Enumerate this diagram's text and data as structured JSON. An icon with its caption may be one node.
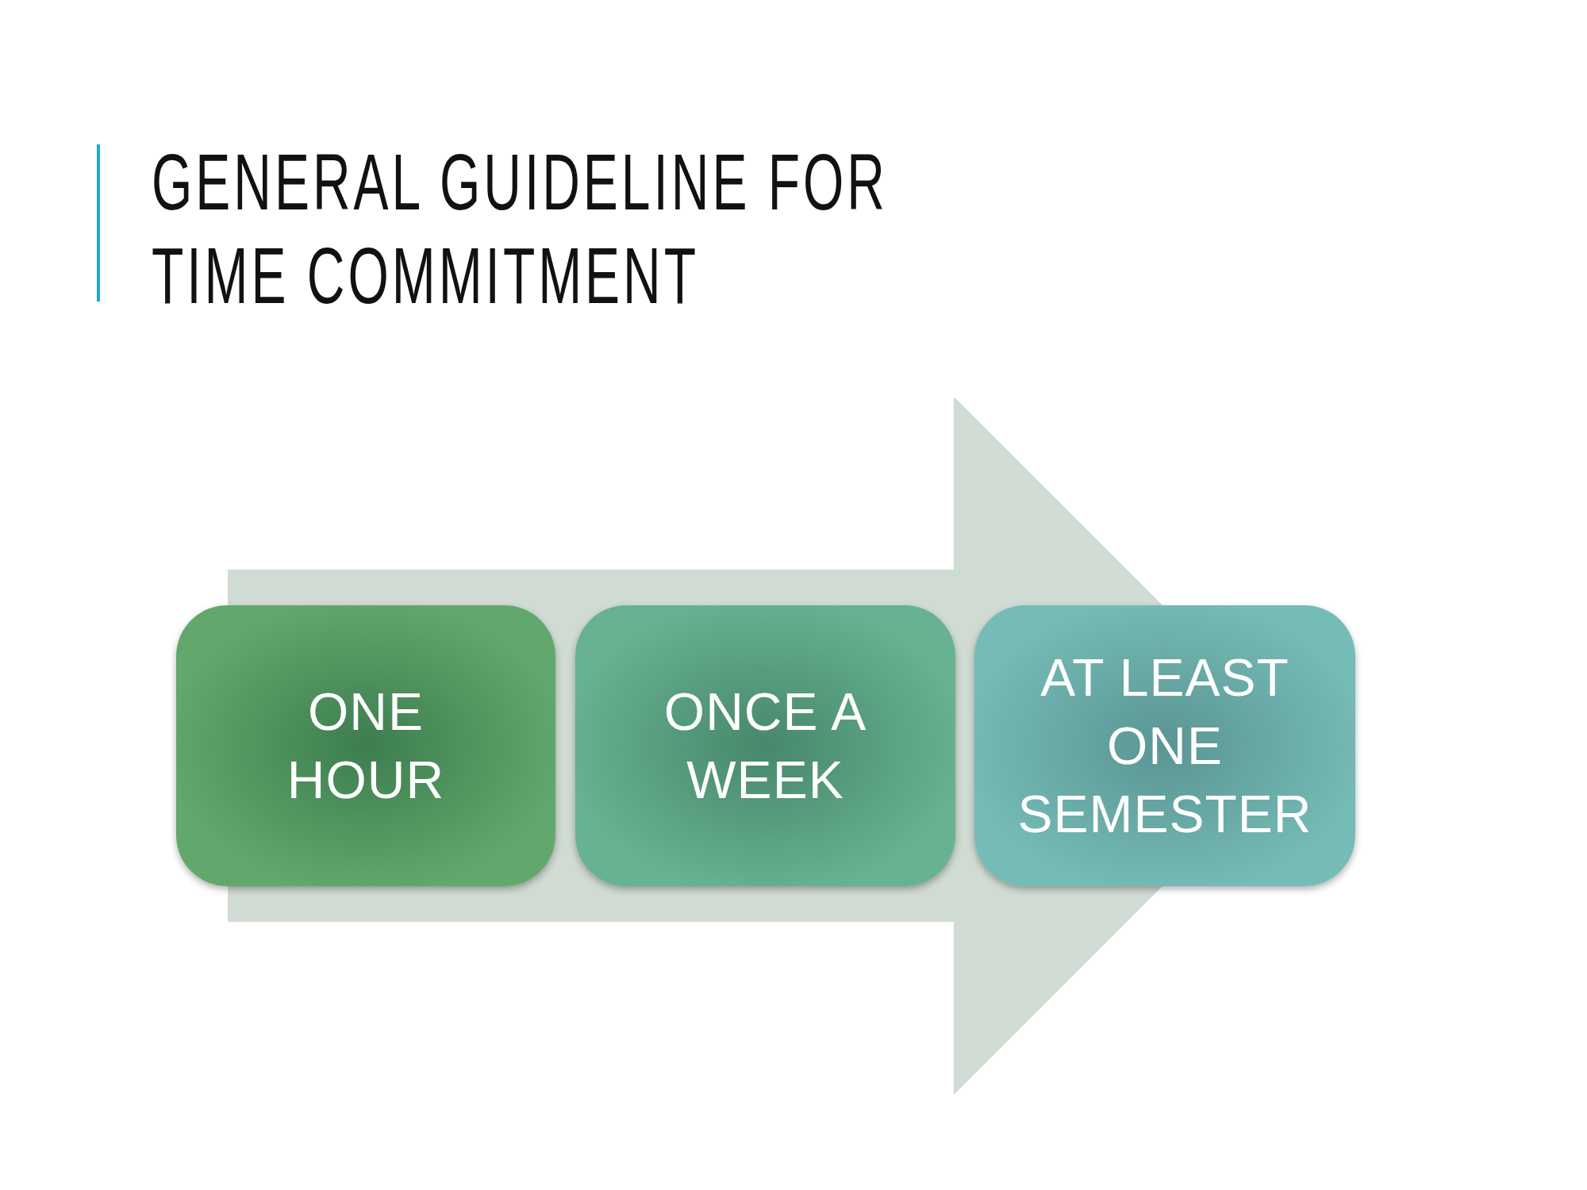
{
  "diagram": {
    "title": "GENERAL GUIDELINE FOR TIME COMMITMENT",
    "nodes": [
      {
        "text": [
          "ONE HOUR"
        ]
      },
      {
        "text": [
          "ONCE A WEEK"
        ]
      },
      {
        "text": [
          "AT LEAST ONE SEMESTER"
        ]
      }
    ],
    "edges": [
      {
        "from": 0,
        "to": 2,
        "arrow": "to"
      }
    ]
  }
}
